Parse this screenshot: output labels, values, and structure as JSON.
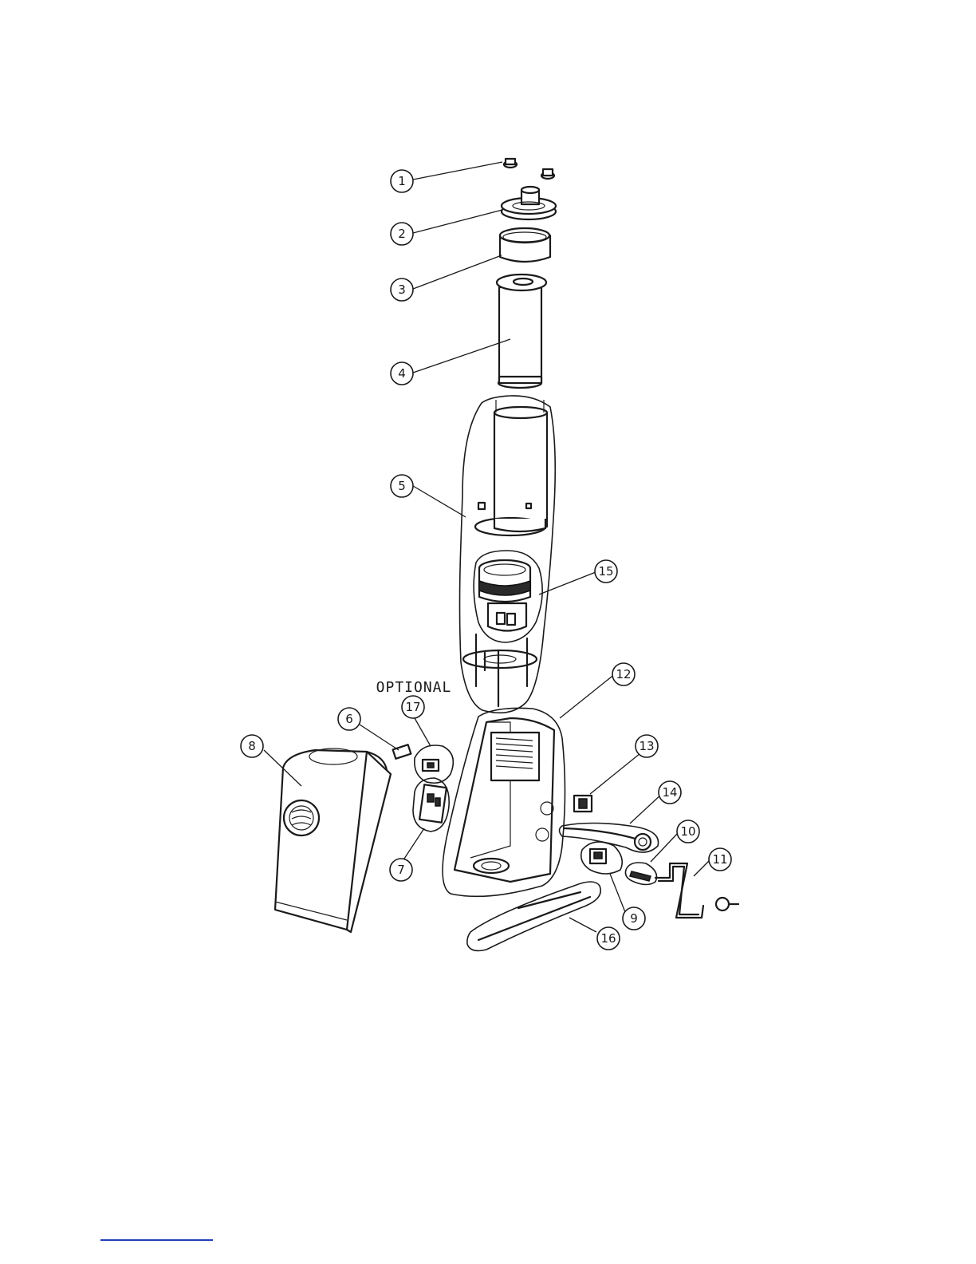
{
  "diagram": {
    "note_label": "OPTIONAL",
    "callouts": [
      {
        "id": "callout-1",
        "label": "1"
      },
      {
        "id": "callout-2",
        "label": "2"
      },
      {
        "id": "callout-3",
        "label": "3"
      },
      {
        "id": "callout-4",
        "label": "4"
      },
      {
        "id": "callout-5",
        "label": "5"
      },
      {
        "id": "callout-6",
        "label": "6"
      },
      {
        "id": "callout-7",
        "label": "7"
      },
      {
        "id": "callout-8",
        "label": "8"
      },
      {
        "id": "callout-9",
        "label": "9"
      },
      {
        "id": "callout-10",
        "label": "10"
      },
      {
        "id": "callout-11",
        "label": "11"
      },
      {
        "id": "callout-12",
        "label": "12"
      },
      {
        "id": "callout-13",
        "label": "13"
      },
      {
        "id": "callout-14",
        "label": "14"
      },
      {
        "id": "callout-15",
        "label": "15"
      },
      {
        "id": "callout-16",
        "label": "16"
      },
      {
        "id": "callout-17",
        "label": "17"
      }
    ]
  },
  "colors": {
    "line": "#1a1a1a",
    "footer_rule": "#1f3fb8",
    "background": "#ffffff"
  }
}
